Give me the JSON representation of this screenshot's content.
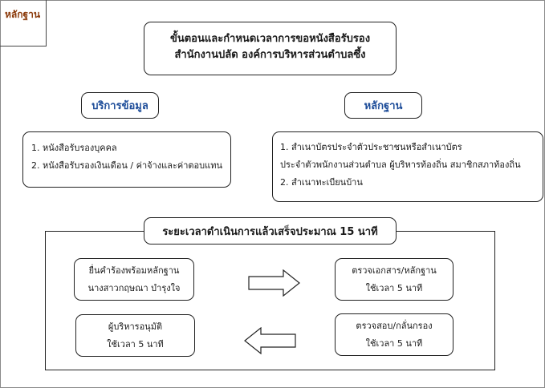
{
  "tag_label": "หลักฐาน",
  "title": {
    "line1": "ขั้นตอนและกำหนดเวลาการขอหนังสือรับรอง",
    "line2": "สำนักงานปลัด องค์การบริหารส่วนตำบลซึ้ง"
  },
  "services": {
    "heading": "บริการข้อมูล",
    "items": [
      "1. หนังสือรับรองบุคคล",
      "2. หนังสือรับรองเงินเดือน / ค่าจ้างและค่าตอบแทน"
    ]
  },
  "evidence": {
    "heading": "หลักฐาน",
    "items": [
      "1. สำเนาบัตรประจำตัวประชาชนหรือสำเนาบัตร",
      "ประจำตัวพนักงานส่วนตำบล ผู้บริหารท้องถิ่น สมาชิกสภาท้องถิ่น",
      "2. สำเนาทะเบียนบ้าน"
    ]
  },
  "process": {
    "duration": "ระยะเวลาดำเนินการแล้วเสร็จประมาณ 15 นาที",
    "steps": [
      {
        "line1": "ยื่นคำร้องพร้อมหลักฐาน",
        "line2": "นางสาวกฤษณา บำรุงใจ"
      },
      {
        "line1": "ตรวจเอกสาร/หลักฐาน",
        "line2": "ใช้เวลา 5 นาที"
      },
      {
        "line1": "ตรวจสอบ/กลั่นกรอง",
        "line2": "ใช้เวลา 5 นาที"
      },
      {
        "line1": "ผู้บริหารอนุมัติ",
        "line2": "ใช้เวลา 5 นาที"
      }
    ]
  },
  "colors": {
    "tag_text": "#8b3a0a",
    "heading_text": "#1f4e9a",
    "border": "#222222"
  }
}
